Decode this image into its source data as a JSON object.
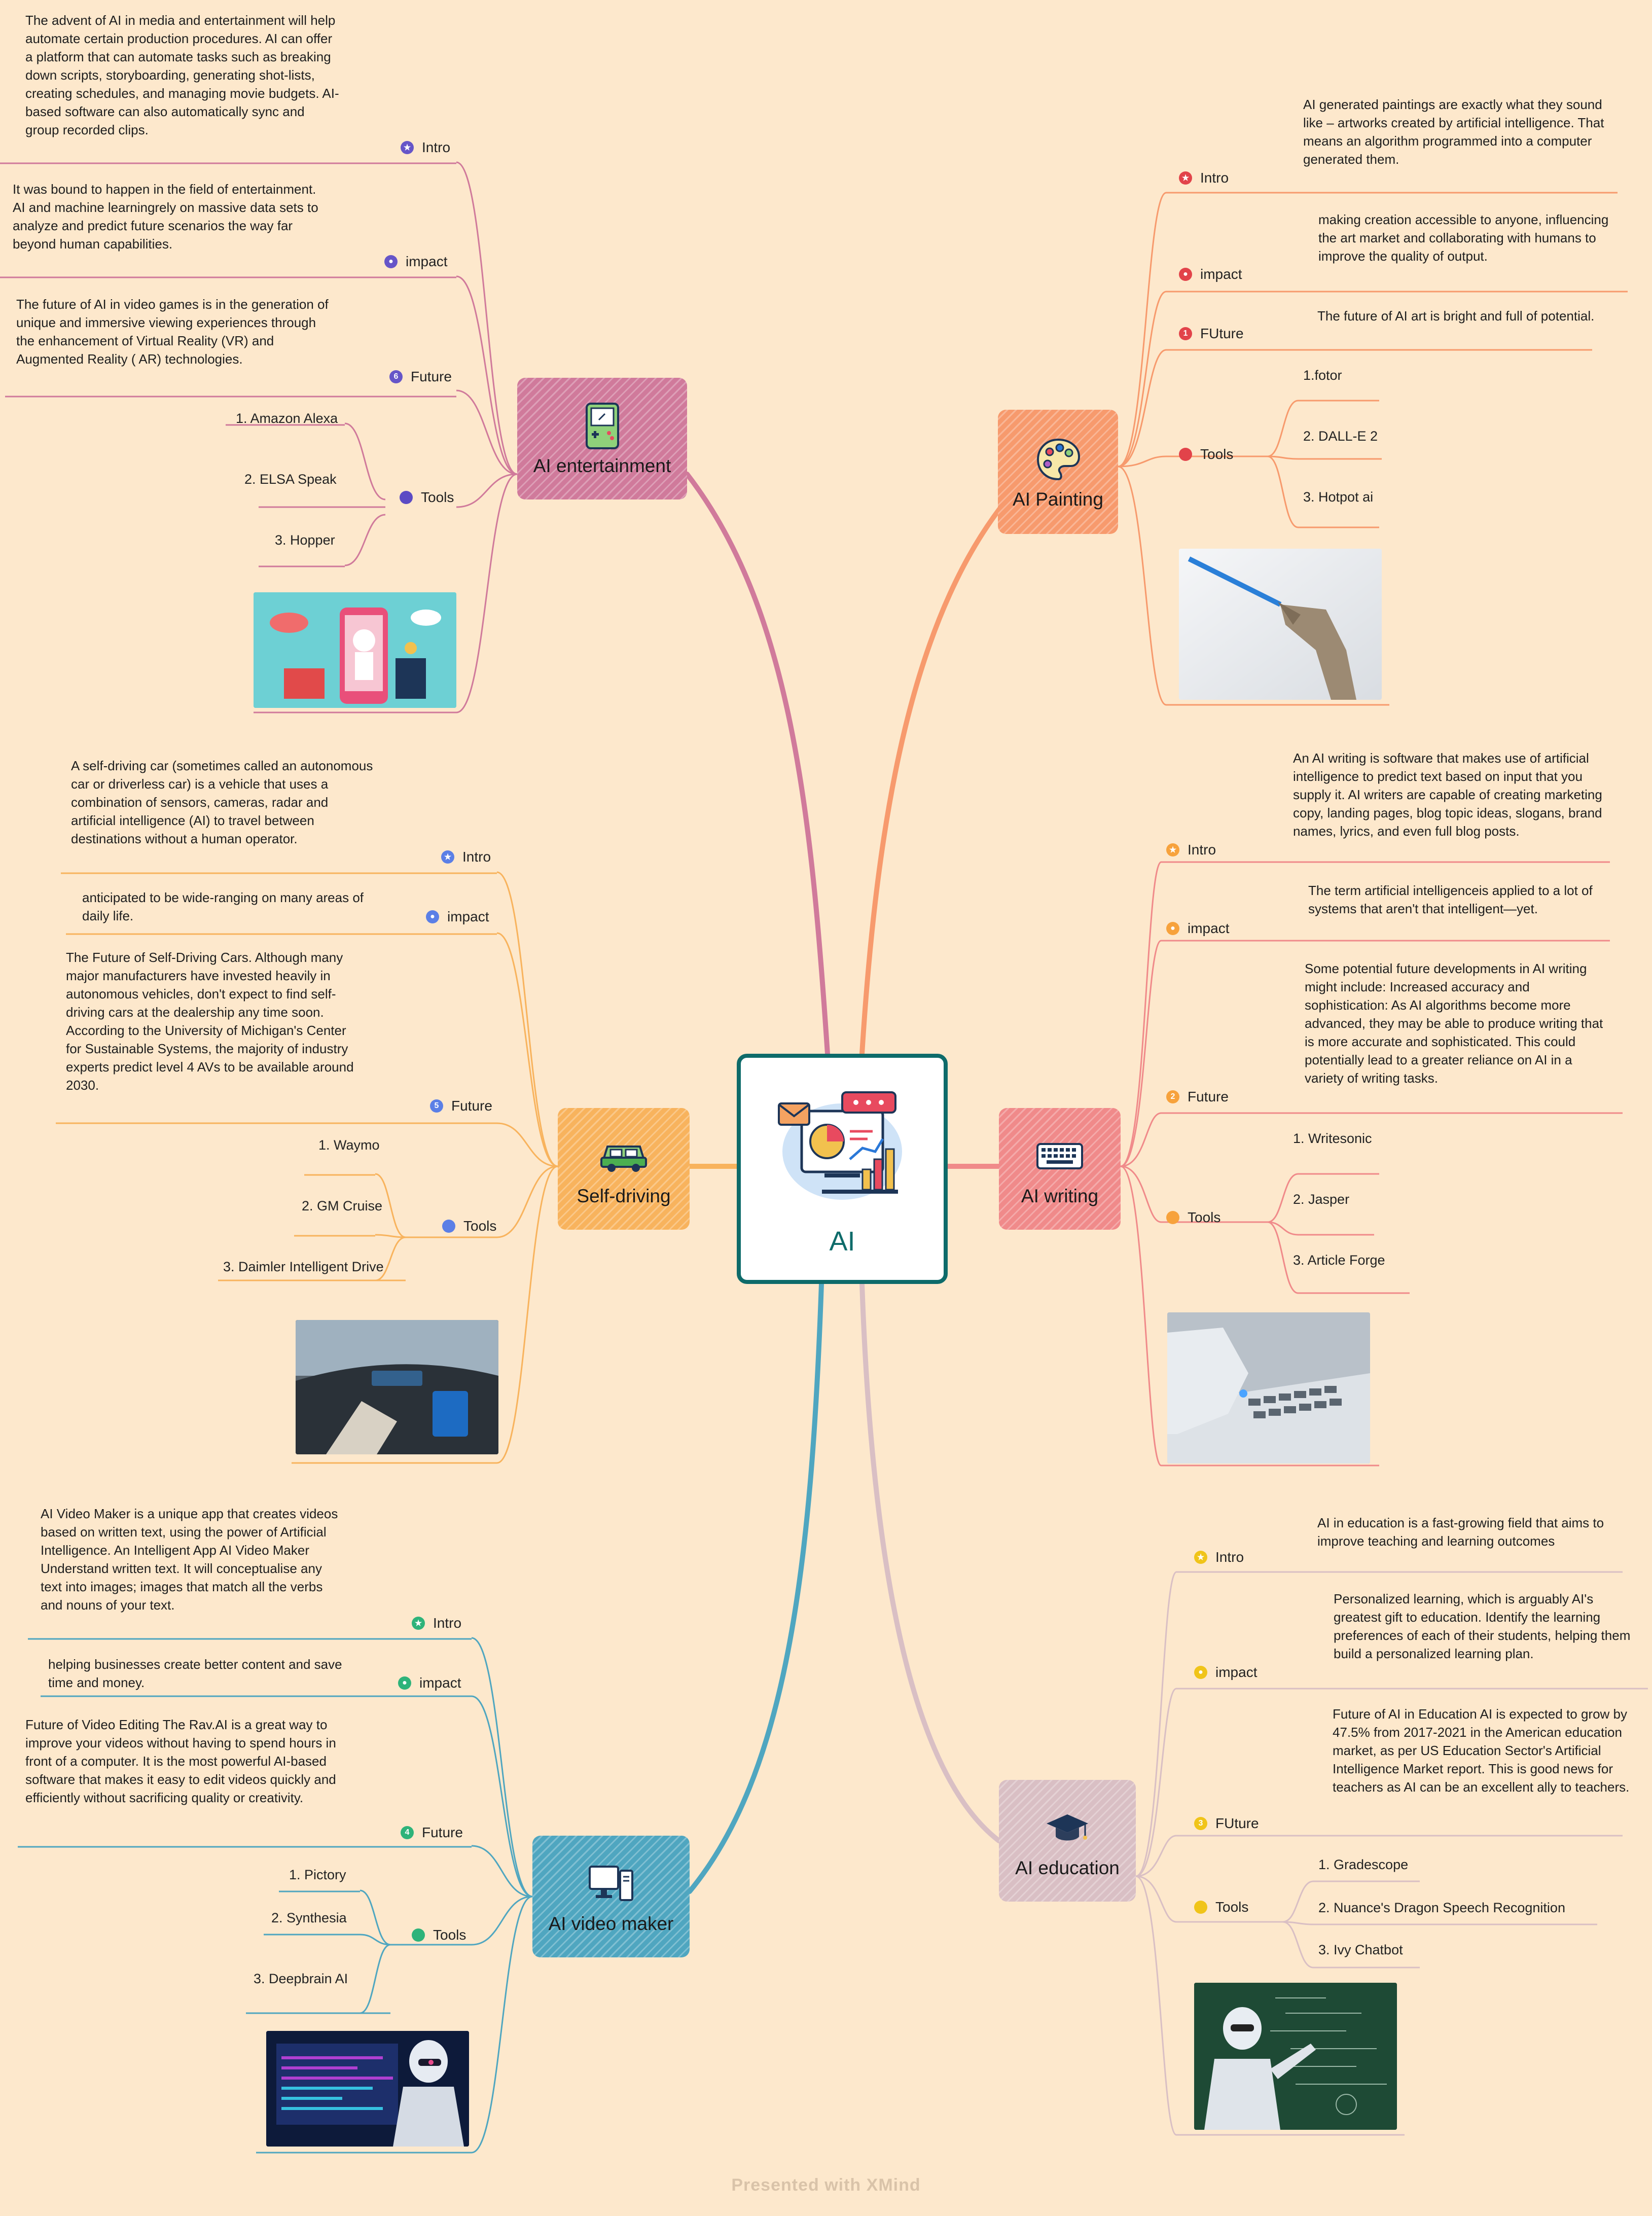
{
  "center": {
    "title": "AI"
  },
  "branches": [
    {
      "id": "entertainment",
      "title": "AI entertainment",
      "color": "#d07a9b",
      "icon": "game-console-icon",
      "items": [
        {
          "label": "Intro",
          "text": "The advent of AI in media and entertainment will help automate certain production procedures. AI can offer a platform that can automate tasks such as breaking down scripts, storyboarding, generating shot-lists, creating schedules, and managing movie budgets. AI-based software can also automatically sync and group recorded clips."
        },
        {
          "label": "impact",
          "text": "It was bound to happen in the field of entertainment. AI and machine learningrely on massive data sets to analyze and predict future scenarios the way far beyond human capabilities."
        },
        {
          "label": "Future",
          "text": "The future of AI in video games is in the generation of unique and immersive viewing experiences through the enhancement of Virtual Reality (VR) and Augmented Reality ( AR) technologies."
        },
        {
          "label": "Tools",
          "tools": [
            "1. Amazon Alexa",
            "2. ELSA Speak",
            "3. Hopper"
          ]
        }
      ],
      "image": "entertainment-illustration"
    },
    {
      "id": "painting",
      "title": "AI Painting",
      "color": "#f79a6d",
      "icon": "palette-icon",
      "items": [
        {
          "label": "Intro",
          "text": "AI generated paintings are exactly what they sound like – artworks created by artificial intelligence. That means an algorithm programmed into a computer generated them."
        },
        {
          "label": "impact",
          "text": "making creation accessible to anyone, influencing the art market and collaborating with humans to improve the quality of output."
        },
        {
          "label": "FUture",
          "text": "The future of AI art is bright and full of potential."
        },
        {
          "label": "Tools",
          "tools": [
            "1.fotor",
            "2. DALL-E 2",
            "3. Hotpot ai"
          ]
        }
      ],
      "image": "robot-hand-painting-photo"
    },
    {
      "id": "selfdriving",
      "title": "Self-driving",
      "color": "#f8b35d",
      "icon": "car-icon",
      "items": [
        {
          "label": "Intro",
          "text": "A self-driving car (sometimes called an autonomous car or driverless car) is a vehicle that uses a combination of sensors, cameras, radar and artificial intelligence (AI) to travel between destinations without a human operator."
        },
        {
          "label": "impact",
          "text": "anticipated to be wide-ranging on many areas of daily life."
        },
        {
          "label": "Future",
          "text": "The Future of Self-Driving Cars. Although many major manufacturers have invested heavily in autonomous vehicles, don't expect to find self-driving cars at the dealership any time soon. According to the University of Michigan's Center for Sustainable Systems, the majority of industry experts predict level 4 AVs to be available around 2030."
        },
        {
          "label": "Tools",
          "tools": [
            "1. Waymo",
            "2. GM Cruise",
            "3. Daimler Intelligent Drive"
          ]
        }
      ],
      "image": "car-interior-photo"
    },
    {
      "id": "writing",
      "title": "AI writing",
      "color": "#f08a8a",
      "icon": "keyboard-icon",
      "items": [
        {
          "label": "Intro",
          "text": "An AI writing is software that makes use of artificial intelligence to predict text based on input that you supply it. AI writers are capable of creating marketing copy, landing pages, blog topic ideas, slogans, brand names, lyrics, and even full blog posts."
        },
        {
          "label": "impact",
          "text": "The term artificial intelligenceis applied to a lot of systems that aren't that intelligent—yet."
        },
        {
          "label": "Future",
          "text": "Some potential future developments in AI writing might include: Increased accuracy and sophistication: As AI algorithms become more advanced, they may be able to produce writing that is more accurate and sophisticated. This could potentially lead to a greater reliance on AI in a variety of writing tasks."
        },
        {
          "label": "Tools",
          "tools": [
            "1. Writesonic",
            "2. Jasper",
            "3. Article Forge"
          ]
        }
      ],
      "image": "robot-hand-keyboard-photo"
    },
    {
      "id": "videomaker",
      "title": "AI video maker",
      "color": "#4fa6c0",
      "icon": "computer-icon",
      "items": [
        {
          "label": "Intro",
          "text": "AI Video Maker is a unique app that creates videos based on written text, using the power of Artificial Intelligence. An Intelligent App AI Video Maker Understand written text. It will conceptualise any text into images; images that match all the verbs and nouns of your text."
        },
        {
          "label": "impact",
          "text": "helping businesses create better content and save time and money."
        },
        {
          "label": "Future",
          "text": "Future of Video Editing The Rav.AI is a great way to improve your videos without having to spend hours in front of a computer. It is the most powerful AI-based software that makes it easy to edit videos quickly and efficiently without sacrificing quality or creativity."
        },
        {
          "label": "Tools",
          "tools": [
            "1. Pictory",
            "2. Synthesia",
            "3. Deepbrain AI"
          ]
        }
      ],
      "image": "robot-video-editing-photo"
    },
    {
      "id": "education",
      "title": "AI education",
      "color": "#d9bfc4",
      "icon": "graduation-cap-icon",
      "items": [
        {
          "label": "Intro",
          "text": "AI in education is a fast-growing field that aims to improve teaching and learning outcomes"
        },
        {
          "label": "impact",
          "text": "Personalized learning, which is arguably AI's greatest gift to education. Identify the learning preferences of each of their students, helping them build a personalized learning plan."
        },
        {
          "label": "FUture",
          "text": "Future of AI in Education AI is expected to grow by 47.5% from 2017-2021 in the American education market, as per US Education Sector's Artificial Intelligence Market report. This is good news for teachers as AI can be an excellent ally to teachers."
        },
        {
          "label": "Tools",
          "tools": [
            "1. Gradescope",
            "2. Nuance's Dragon Speech Recognition",
            "3. Ivy Chatbot"
          ]
        }
      ],
      "image": "robot-chalkboard-photo"
    }
  ],
  "footer": "Presented with XMind"
}
